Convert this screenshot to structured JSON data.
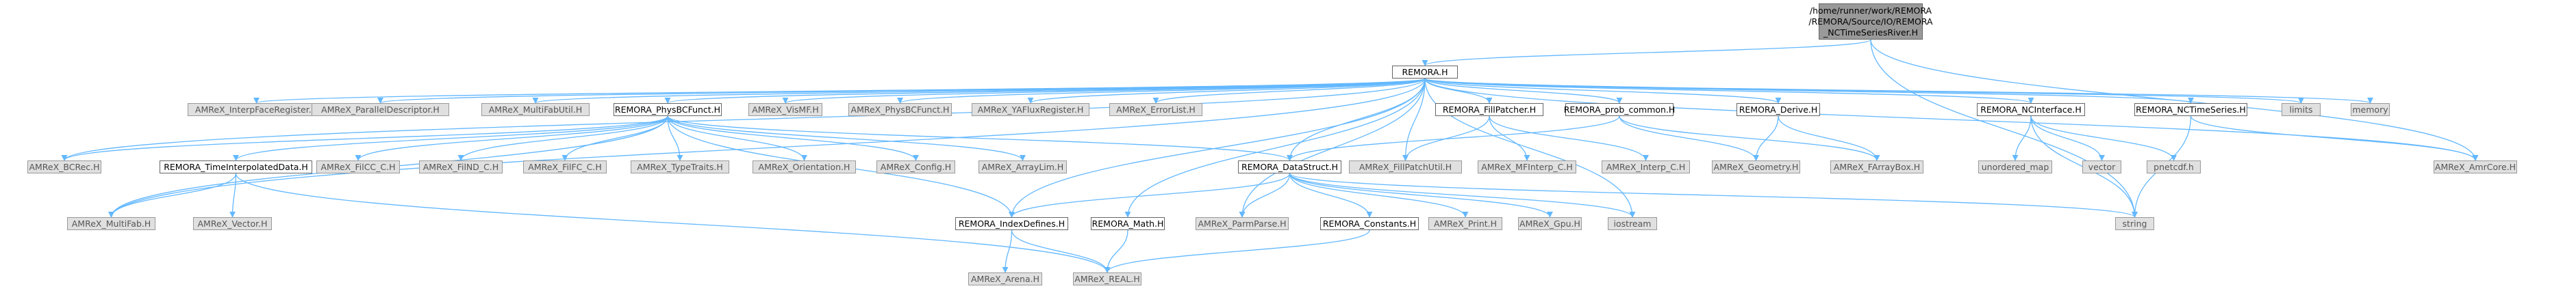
{
  "graph": {
    "colors": {
      "edge": "#63b8ff",
      "external_fill": "#e0e0e0",
      "external_text": "#555555",
      "local_fill": "#ffffff",
      "focus_fill": "#999999"
    },
    "nodes": {
      "focus": "/home/runner/work/REMORA\n/REMORA/Source/IO/REMORA\n_NCTimeSeriesRiver.H",
      "remora_h": "REMORA.H",
      "bcrec": "AMReX_BCRec.H",
      "interpface": "AMReX_InterpFaceRegister.H",
      "paralleldesc": "AMReX_ParallelDescriptor.H",
      "multifabutil": "AMReX_MultiFabUtil.H",
      "physbcfunct": "REMORA_PhysBCFunct.H",
      "visMF": "AMReX_VisMF.H",
      "amrex_physbc": "AMReX_PhysBCFunct.H",
      "yaflux": "AMReX_YAFluxRegister.H",
      "errorlist": "AMReX_ErrorList.H",
      "fillpatcher": "REMORA_FillPatcher.H",
      "probcommon": "REMORA_prob_common.H",
      "derive": "REMORA_Derive.H",
      "ncinterface": "REMORA_NCInterface.H",
      "nctimeseries": "REMORA_NCTimeSeries.H",
      "limits": "limits",
      "memory": "memory",
      "amrcore": "AMReX_AmrCore.H",
      "timeinterp": "REMORA_TimeInterpolatedData.H",
      "filcc": "AMReX_FilCC_C.H",
      "filnd": "AMReX_FilND_C.H",
      "filfc": "AMReX_FilFC_C.H",
      "typetraits": "AMReX_TypeTraits.H",
      "orientation": "AMReX_Orientation.H",
      "config": "AMReX_Config.H",
      "arraylim": "AMReX_ArrayLim.H",
      "datastruct": "REMORA_DataStruct.H",
      "fillpatchutil": "AMReX_FillPatchUtil.H",
      "mfinterp": "AMReX_MFInterp_C.H",
      "interp": "AMReX_Interp_C.H",
      "geometry": "AMReX_Geometry.H",
      "farraybox": "AMReX_FArrayBox.H",
      "unordered_map": "unordered_map",
      "vector": "vector",
      "pnetcdf": "pnetcdf.h",
      "multifab": "AMReX_MultiFab.H",
      "amrex_vector": "AMReX_Vector.H",
      "indexdefines": "REMORA_IndexDefines.H",
      "math": "REMORA_Math.H",
      "parmparse": "AMReX_ParmParse.H",
      "constants": "REMORA_Constants.H",
      "print": "AMReX_Print.H",
      "gpu": "AMReX_Gpu.H",
      "iostream": "iostream",
      "string": "string",
      "arena": "AMReX_Arena.H",
      "real": "AMReX_REAL.H"
    }
  }
}
